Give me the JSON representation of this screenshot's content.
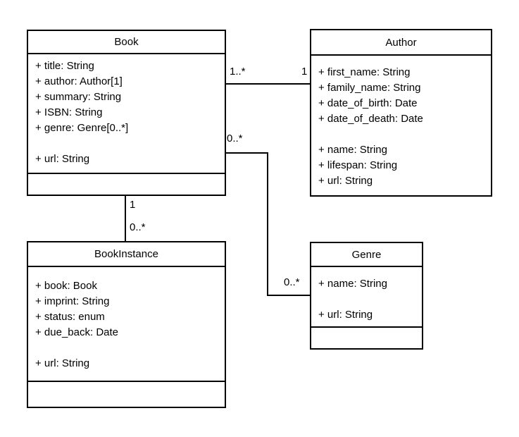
{
  "diagram": {
    "background_color": "#ffffff",
    "line_color": "#000000",
    "text_color": "#000000",
    "classes": {
      "book": {
        "title": "Book",
        "attributes": [
          "+ title: String",
          "+ author: Author[1]",
          "+ summary: String",
          "+ ISBN: String",
          "+ genre: Genre[0..*]",
          "",
          "+ url: String"
        ]
      },
      "author": {
        "title": "Author",
        "attributes": [
          "+ first_name: String",
          "+ family_name: String",
          "+ date_of_birth: Date",
          "+ date_of_death: Date",
          "",
          "+ name: String",
          "+ lifespan: String",
          "+ url: String"
        ]
      },
      "bookinstance": {
        "title": "BookInstance",
        "attributes": [
          "+ book: Book",
          "+ imprint: String",
          "+ status: enum",
          "+ due_back: Date",
          "",
          "+ url: String"
        ]
      },
      "genre": {
        "title": "Genre",
        "attributes": [
          "+ name: String",
          "",
          "+ url: String"
        ]
      }
    },
    "relationships": {
      "book_author": {
        "source_label": "1..*",
        "target_label": "1"
      },
      "book_genre": {
        "source_label": "0..*",
        "target_label": "0..*"
      },
      "book_bookinstance": {
        "source_label": "1",
        "target_label": "0..*"
      }
    }
  }
}
